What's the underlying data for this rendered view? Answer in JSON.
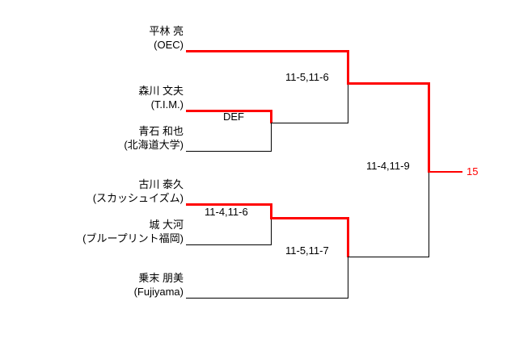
{
  "bracket": {
    "players": [
      {
        "name": "平林 亮",
        "affiliation": "(OEC)"
      },
      {
        "name": "森川 文夫",
        "affiliation": "(T.I.M.)"
      },
      {
        "name": "青石 和也",
        "affiliation": "(北海道大学)"
      },
      {
        "name": "古川 泰久",
        "affiliation": "(スカッシュイズム)"
      },
      {
        "name": "城 大河",
        "affiliation": "(ブループリント福岡)"
      },
      {
        "name": "乗末 朋美",
        "affiliation": "(Fujiyama)"
      }
    ],
    "scores": {
      "round1_top": "DEF",
      "semifinal_top": "11-5,11-6",
      "round1_bottom": "11-4,11-6",
      "semifinal_bottom": "11-5,11-7",
      "final": "11-4,11-9"
    },
    "advance_label": "15",
    "colors": {
      "winner_path": "#ff0000",
      "normal_line": "#000000",
      "text": "#000000",
      "advance_label": "#ff0000"
    }
  }
}
